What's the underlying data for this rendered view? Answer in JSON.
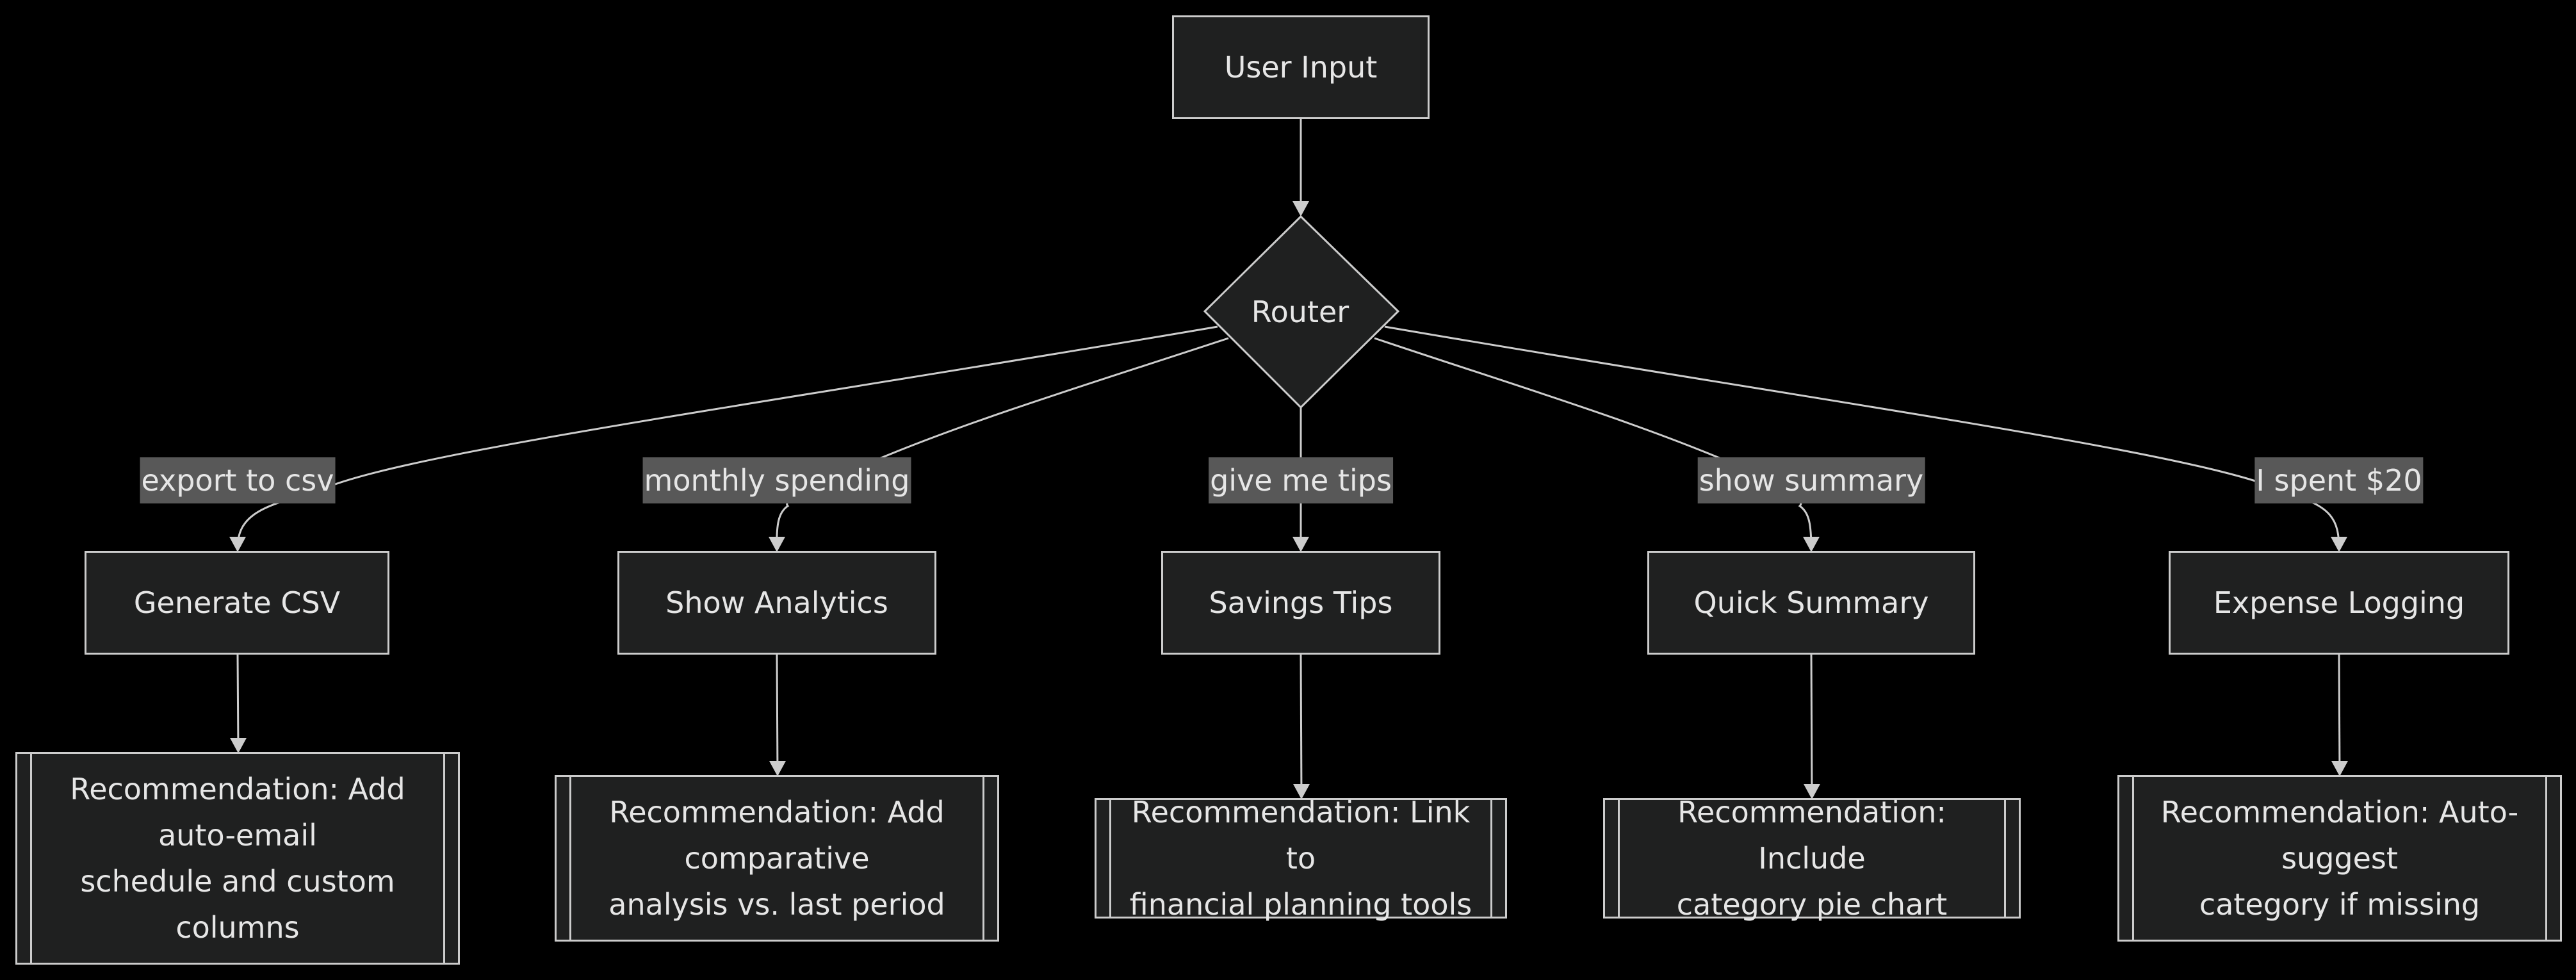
{
  "nodes": {
    "user_input": "User Input",
    "router": "Router",
    "generate_csv": "Generate CSV",
    "show_analytics": "Show Analytics",
    "savings_tips": "Savings Tips",
    "quick_summary": "Quick Summary",
    "expense_logging": "Expense Logging"
  },
  "edge_labels": {
    "export_to_csv": "export to csv",
    "monthly_spending": "monthly spending",
    "give_me_tips": "give me tips",
    "show_summary": "show summary",
    "i_spent": "I spent $20"
  },
  "recommendations": {
    "csv": "Recommendation: Add\nauto-email\nschedule and custom\ncolumns",
    "analytics": "Recommendation: Add\ncomparative\nanalysis vs. last period",
    "tips": "Recommendation: Link to\nfinancial planning tools",
    "summary": "Recommendation: Include\ncategory pie chart",
    "logging": "Recommendation: Auto-\nsuggest\ncategory if missing"
  },
  "colors": {
    "background": "#000000",
    "node_fill": "#1f2020",
    "node_stroke": "#cccccc",
    "text": "#e6e6e6",
    "edge_label_bg": "#585858"
  }
}
